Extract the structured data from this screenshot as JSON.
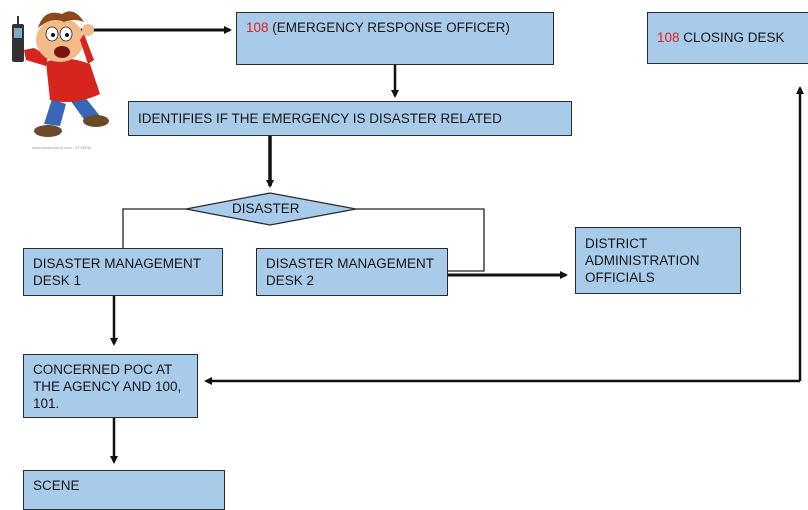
{
  "nodes": {
    "ero": {
      "num": "108",
      "text": " (EMERGENCY RESPONSE OFFICER)"
    },
    "closing": {
      "num": "108",
      "text": " CLOSING DESK"
    },
    "identify": {
      "text": "IDENTIFIES IF THE EMERGENCY IS DISASTER RELATED"
    },
    "disaster": {
      "text": "DISASTER"
    },
    "dmd1": {
      "text": "DISASTER MANAGEMENT DESK 1"
    },
    "dmd2": {
      "text": "DISASTER MANAGEMENT DESK 2"
    },
    "district": {
      "text": "DISTRICT ADMINISTRATION OFFICIALS"
    },
    "poc": {
      "text": "CONCERNED POC AT THE AGENCY AND 100, 101."
    },
    "scene": {
      "text": "SCENE"
    }
  },
  "colors": {
    "box_fill": "#a9cbea",
    "border": "#2b2b2b",
    "number_red": "#e0201b",
    "arrow": "#111111"
  },
  "icons": {
    "caller": "cartoon-man-with-phone-icon"
  }
}
